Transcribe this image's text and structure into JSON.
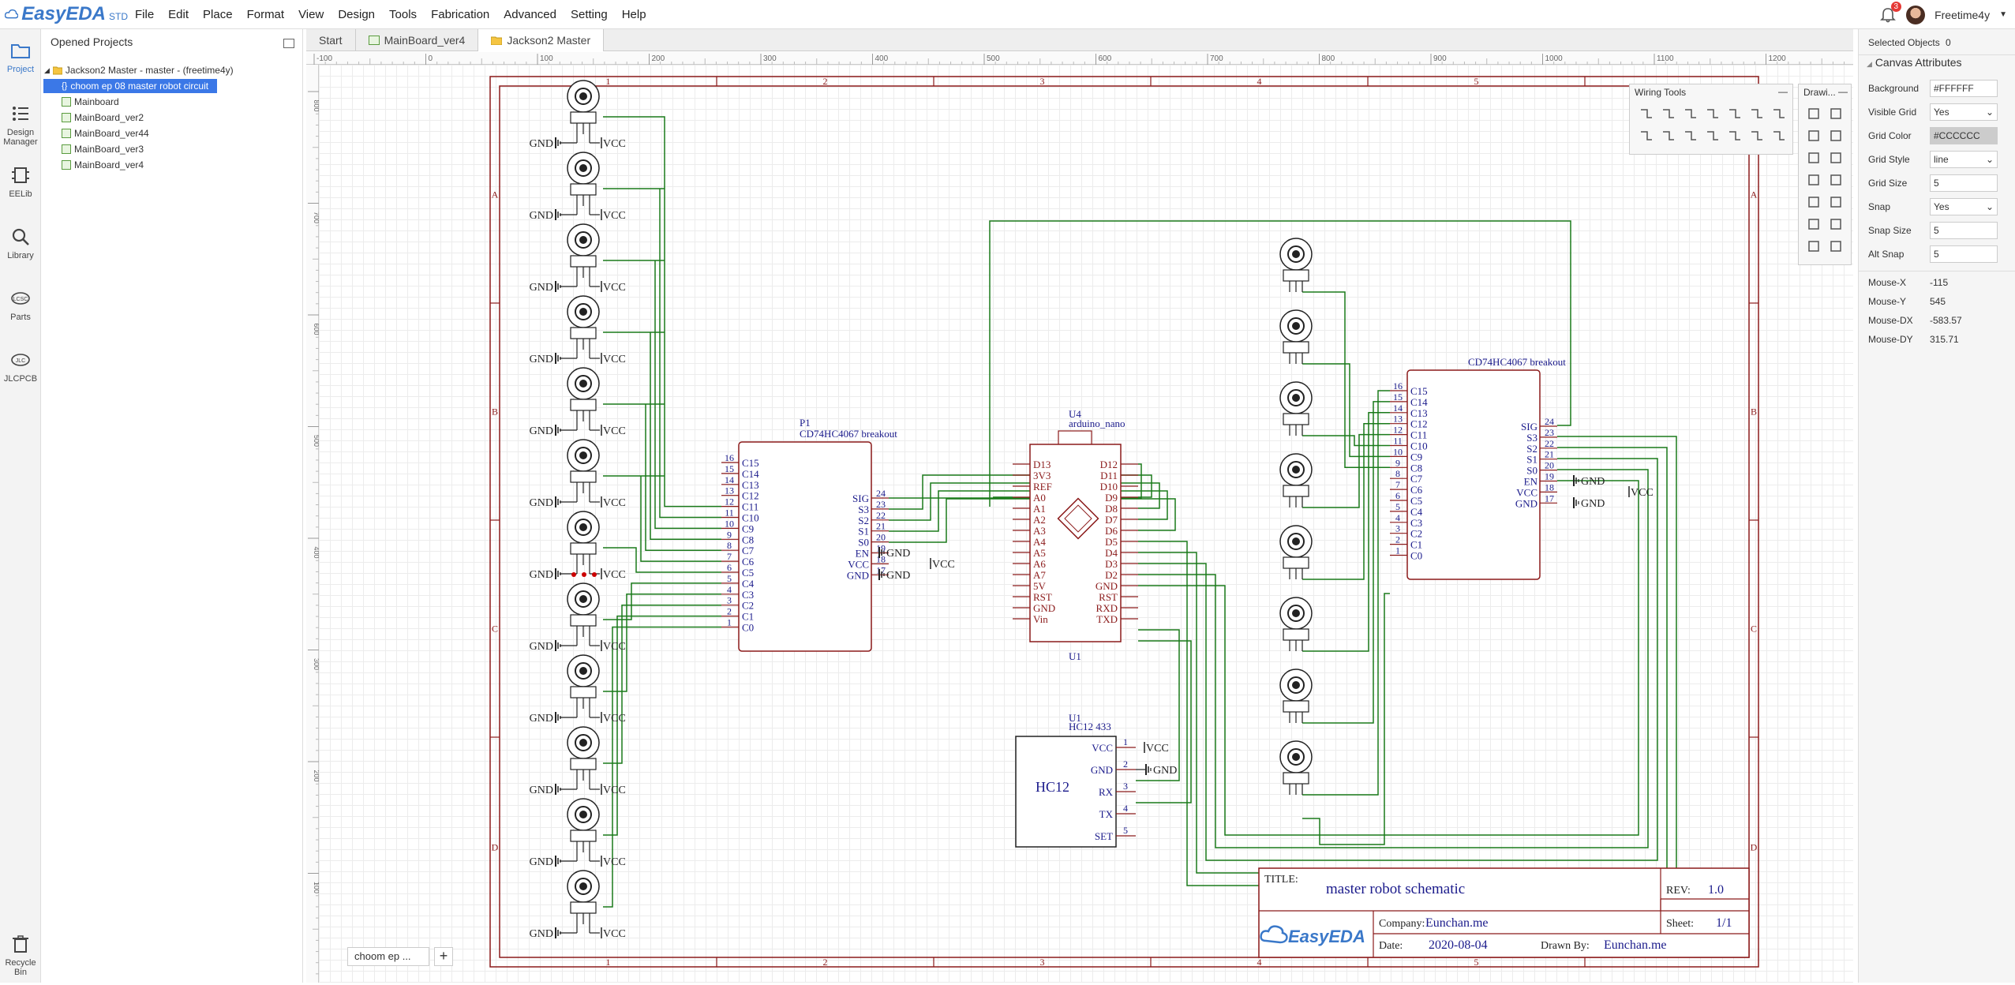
{
  "app": {
    "logo_text": "EasyEDA",
    "logo_suffix": "STD"
  },
  "menu": [
    "File",
    "Edit",
    "Place",
    "Format",
    "View",
    "Design",
    "Tools",
    "Fabrication",
    "Advanced",
    "Setting",
    "Help"
  ],
  "user": {
    "name": "Freetime4y",
    "notifications": "3"
  },
  "left_tools": [
    {
      "label": "Project",
      "icon": "folder-icon"
    },
    {
      "label": "Design Manager",
      "icon": "list-icon"
    },
    {
      "label": "EELib",
      "icon": "chip-icon"
    },
    {
      "label": "Library",
      "icon": "search-icon"
    },
    {
      "label": "Parts",
      "icon": "lcsc-icon"
    },
    {
      "label": "JLCPCB",
      "icon": "jlc-icon"
    },
    {
      "label": "Recycle Bin",
      "icon": "trash-icon"
    }
  ],
  "project_panel": {
    "title": "Opened Projects",
    "root": "Jackson2 Master - master - (freetime4y)",
    "items": [
      "choom ep 08 master robot circuit",
      "Mainboard",
      "MainBoard_ver2",
      "MainBoard_ver44",
      "MainBoard_ver3",
      "MainBoard_ver4"
    ]
  },
  "tabs": [
    "Start",
    "MainBoard_ver4",
    "Jackson2 Master"
  ],
  "rulers": {
    "top": [
      "-100",
      "0",
      "100",
      "200",
      "300",
      "400",
      "500",
      "600",
      "700",
      "800",
      "900",
      "1000",
      "1100",
      "1200"
    ],
    "left": [
      "800",
      "700",
      "600",
      "500",
      "400",
      "300",
      "200",
      "100"
    ]
  },
  "frame": {
    "cols": [
      "1",
      "2",
      "3",
      "4",
      "5"
    ],
    "rows": [
      "A",
      "B",
      "C",
      "D"
    ]
  },
  "title_block": {
    "title_label": "TITLE:",
    "title": "master robot schematic",
    "rev_label": "REV:",
    "rev": "1.0",
    "company_label": "Company:",
    "company": "Eunchan.me",
    "sheet_label": "Sheet:",
    "sheet": "1/1",
    "date_label": "Date:",
    "date": "2020-08-04",
    "drawn_label": "Drawn By:",
    "drawn": "Eunchan.me",
    "logo": "EasyEDA"
  },
  "schematic": {
    "gnd": "GND",
    "vcc": "VCC",
    "mux_left": {
      "ref": "P1",
      "name": "CD74HC4067 breakout",
      "left_pins": [
        "C15",
        "C14",
        "C13",
        "C12",
        "C11",
        "C10",
        "C9",
        "C8",
        "C7",
        "C6",
        "C5",
        "C4",
        "C3",
        "C2",
        "C1",
        "C0"
      ],
      "left_nums": [
        "16",
        "15",
        "14",
        "13",
        "12",
        "11",
        "10",
        "9",
        "8",
        "7",
        "6",
        "5",
        "4",
        "3",
        "2",
        "1"
      ],
      "right_pins": [
        "SIG",
        "S3",
        "S2",
        "S1",
        "S0",
        "EN",
        "VCC",
        "GND"
      ],
      "right_nums": [
        "24",
        "23",
        "22",
        "21",
        "20",
        "19",
        "18",
        "17"
      ]
    },
    "mux_right": {
      "name": "CD74HC4067 breakout",
      "left_pins": [
        "C15",
        "C14",
        "C13",
        "C12",
        "C11",
        "C10",
        "C9",
        "C8",
        "C7",
        "C6",
        "C5",
        "C4",
        "C3",
        "C2",
        "C1",
        "C0"
      ],
      "left_nums": [
        "16",
        "15",
        "14",
        "13",
        "12",
        "11",
        "10",
        "9",
        "8",
        "7",
        "6",
        "5",
        "4",
        "3",
        "2",
        "1"
      ],
      "right_pins": [
        "SIG",
        "S3",
        "S2",
        "S1",
        "S0",
        "EN",
        "VCC",
        "GND"
      ],
      "right_nums": [
        "24",
        "23",
        "22",
        "21",
        "20",
        "19",
        "18",
        "17"
      ]
    },
    "nano": {
      "ref": "U4",
      "name": "arduino_nano",
      "designator": "U1",
      "left_pins": [
        "D13",
        "3V3",
        "REF",
        "A0",
        "A1",
        "A2",
        "A3",
        "A4",
        "A5",
        "A6",
        "A7",
        "5V",
        "RST",
        "GND",
        "Vin"
      ],
      "right_pins": [
        "D12",
        "D11",
        "D10",
        "D9",
        "D8",
        "D7",
        "D6",
        "D5",
        "D4",
        "D3",
        "D2",
        "GND",
        "RST",
        "RXD",
        "TXD"
      ]
    },
    "hc12": {
      "ref": "U1",
      "name": "HC12 433",
      "body": "HC12",
      "pins": [
        "VCC",
        "GND",
        "RX",
        "TX",
        "SET"
      ],
      "nums": [
        "1",
        "2",
        "3",
        "4",
        "5"
      ]
    }
  },
  "wiring_tools": {
    "title": "Wiring Tools"
  },
  "drawing_tools": {
    "title": "Drawi..."
  },
  "sheet_tab": {
    "label": "choom ep ...",
    "add": "+"
  },
  "right_panel": {
    "selected_label": "Selected Objects",
    "selected_value": "0",
    "section": "Canvas Attributes",
    "fields": [
      {
        "label": "Background",
        "value": "#FFFFFF",
        "kind": "input"
      },
      {
        "label": "Visible Grid",
        "value": "Yes",
        "kind": "select"
      },
      {
        "label": "Grid Color",
        "value": "#CCCCCC",
        "kind": "color"
      },
      {
        "label": "Grid Style",
        "value": "line",
        "kind": "select"
      },
      {
        "label": "Grid Size",
        "value": "5",
        "kind": "input"
      },
      {
        "label": "Snap",
        "value": "Yes",
        "kind": "select"
      },
      {
        "label": "Snap Size",
        "value": "5",
        "kind": "input"
      },
      {
        "label": "Alt Snap",
        "value": "5",
        "kind": "input"
      }
    ],
    "mouse": [
      {
        "label": "Mouse-X",
        "value": "-115"
      },
      {
        "label": "Mouse-Y",
        "value": "545"
      },
      {
        "label": "Mouse-DX",
        "value": "-583.57"
      },
      {
        "label": "Mouse-DY",
        "value": "315.71"
      }
    ]
  },
  "colors": {
    "accent": "#3a78c9",
    "frame": "#8b1a1a",
    "wire": "#1a7a1a",
    "pin_text": "#1a1a8b",
    "component": "#8b1a1a"
  }
}
